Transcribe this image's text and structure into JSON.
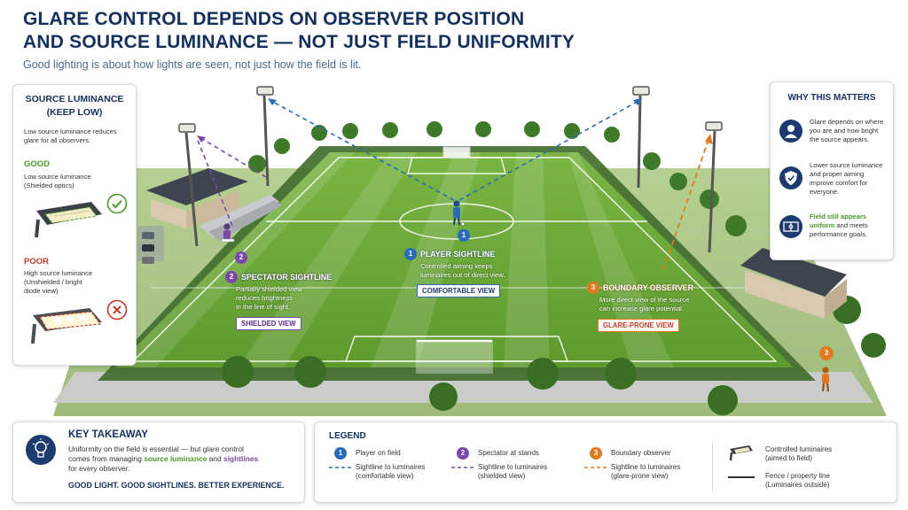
{
  "header": {
    "title_line1": "GLARE CONTROL DEPENDS ON OBSERVER POSITION",
    "title_line2": "AND SOURCE LUMINANCE — NOT JUST FIELD UNIFORMITY",
    "subtitle": "Good lighting is about how lights are seen, not just how the field is lit."
  },
  "source_panel": {
    "title_line1": "SOURCE LUMINANCE",
    "title_line2": "(KEEP LOW)",
    "intro_line1": "Low source luminance reduces",
    "intro_line2": "glare for all observers.",
    "good_label": "GOOD",
    "good_desc_line1": "Low source luminance",
    "good_desc_line2": "(Shielded optics)",
    "good_icon": "check-icon",
    "poor_label": "POOR",
    "poor_desc_line1": "High source luminance",
    "poor_desc_line2": "(Unshielded / bright",
    "poor_desc_line3": "diode view)",
    "poor_icon": "cross-icon"
  },
  "why_panel": {
    "title": "WHY THIS MATTERS",
    "item1_line1": "Glare depends on where",
    "item1_line2": "you are and how bright",
    "item1_line3": "the source appears.",
    "item1_icon": "person-icon",
    "item2_line1": "Lower source luminance",
    "item2_line2": "and proper aiming",
    "item2_line3": "improve comfort for",
    "item2_line4": "everyone.",
    "item2_icon": "shield-icon",
    "item3_bold": "Field still appears",
    "item3_line2a": "uniform",
    "item3_line2b": " and meets",
    "item3_line3": "performance goals.",
    "item3_icon": "field-icon"
  },
  "annotations": {
    "player": {
      "number": "1",
      "title": "PLAYER SIGHTLINE",
      "desc_line1": "Controlled aiming keeps",
      "desc_line2": "luminaires out of direct view.",
      "tag": "COMFORTABLE VIEW"
    },
    "spectator": {
      "number": "2",
      "title": "SPECTATOR SIGHTLINE",
      "desc_line1": "Partially shielded view",
      "desc_line2": "reduces brightness",
      "desc_line3": "in the line of sight.",
      "tag": "SHIELDED VIEW"
    },
    "boundary": {
      "number": "3",
      "title": "BOUNDARY OBSERVER",
      "desc_line1": "More direct view of the source",
      "desc_line2": "can increase glare potential.",
      "tag": "GLARE-PRONE VIEW"
    }
  },
  "key_takeaway": {
    "title": "KEY TAKEAWAY",
    "line1": "Uniformity on the field is essential — but glare control",
    "line2a": "comes from managing ",
    "line2b": "source luminance",
    "line2c": " and ",
    "line2d": "sightlines",
    "line3": "for every observer.",
    "slogan": "GOOD LIGHT. GOOD SIGHTLINES. BETTER EXPERIENCE.",
    "icon": "lightbulb-icon"
  },
  "legend": {
    "title": "LEGEND",
    "n1": "1",
    "n2": "2",
    "n3": "3",
    "player": "Player on field",
    "spectator": "Spectator at stands",
    "boundary": "Boundary observer",
    "sight1_line1": "Sightline to luminaires",
    "sight1_line2": "(comfortable view)",
    "sight2_line1": "Sightline to luminaires",
    "sight2_line2": "(shielded view)",
    "sight3_line1": "Sightline to luminaires",
    "sight3_line2": "(glare-prone view)",
    "luminaire_line1": "Controlled luminaires",
    "luminaire_line2": "(aimed to field)",
    "fence_line1": "Fence / property line",
    "fence_line2": "(Luminaires outside)"
  },
  "colors": {
    "navy": "#16305e",
    "player_blue": "#2a6ab8",
    "spectator_purple": "#7a4aa8",
    "boundary_orange": "#e07a20",
    "good_green": "#4a9a2a",
    "poor_red": "#c23a2a",
    "turf": "#6fa83a"
  }
}
